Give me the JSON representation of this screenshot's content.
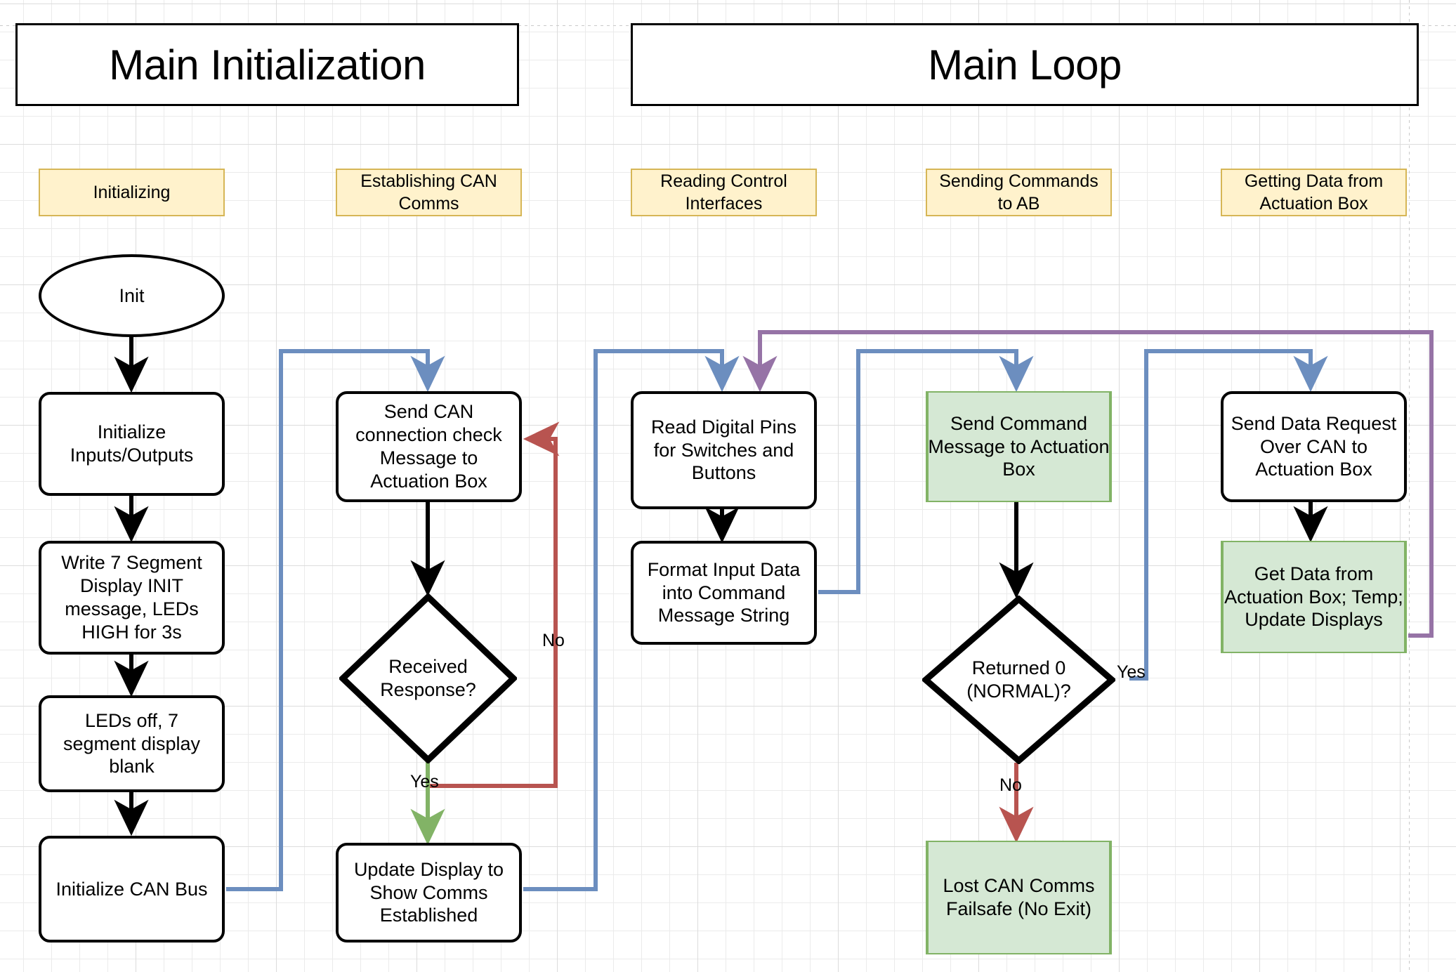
{
  "diagram": {
    "title_left": "Main Initialization",
    "title_right": "Main Loop",
    "colors": {
      "phase_fill": "#FFF2CC",
      "phase_stroke": "#D6B656",
      "green_fill": "#D5E8D4",
      "green_stroke": "#82B366",
      "blue_edge": "#6C8EBF",
      "red_edge": "#B85450",
      "green_edge": "#82B366",
      "purple_edge": "#9673A6",
      "black_edge": "#000000"
    }
  },
  "banners": [
    {
      "id": "main-initialization",
      "label": "Main Initialization"
    },
    {
      "id": "main-loop",
      "label": "Main Loop"
    }
  ],
  "phases": [
    {
      "id": "initializing",
      "label": "Initializing"
    },
    {
      "id": "establishing-can-comms",
      "label": "Establishing CAN Comms"
    },
    {
      "id": "reading-control-interfaces",
      "label": "Reading Control Interfaces"
    },
    {
      "id": "sending-commands-to-ab",
      "label": "Sending Commands to AB"
    },
    {
      "id": "getting-data-from-actuation-box",
      "label": "Getting Data from Actuation Box"
    }
  ],
  "nodes": {
    "init": "Init",
    "initialize_io": "Initialize Inputs/Outputs",
    "write_7seg": "Write 7 Segment Display INIT message, LEDs HIGH for 3s",
    "leds_off": "LEDs off, 7 segment display blank",
    "initialize_can_bus": "Initialize CAN Bus",
    "send_can_check": "Send CAN connection check Message to Actuation Box",
    "received_response": "Received Response?",
    "update_display_comms": "Update Display to Show Comms Established",
    "read_digital_pins": "Read Digital Pins for Switches and Buttons",
    "format_input_data": "Format Input Data into Command Message String",
    "send_command_message": "Send Command Message to Actuation Box",
    "returned_normal": "Returned 0 (NORMAL)?",
    "lost_can_failsafe": "Lost CAN Comms Failsafe (No Exit)",
    "send_data_request": "Send Data Request Over CAN to Actuation Box",
    "get_data_update_displays": "Get Data from Actuation Box; Temp; Update Displays"
  },
  "edge_labels": {
    "received_response_no": "No",
    "received_response_yes": "Yes",
    "returned_normal_yes": "Yes",
    "returned_normal_no": "No"
  }
}
